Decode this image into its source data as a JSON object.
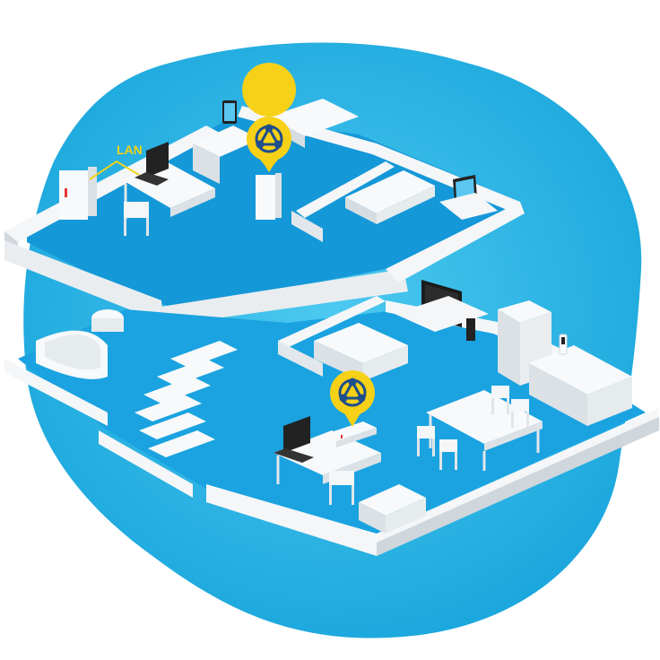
{
  "diagram": {
    "lan_label": "LAN",
    "background_blob_color": "#29b6e8",
    "floor_color": "#1aa3e0",
    "wall_color": "#f4f6f8",
    "wall_shadow_color": "#cfd6dc",
    "cable_color": "#f2d21b",
    "mesh_badge_color": "#f7d117",
    "mesh_badges": [
      {
        "icon": "mesh-network-icon",
        "location": "upper-floor"
      },
      {
        "icon": "mesh-network-icon",
        "location": "lower-floor"
      }
    ],
    "devices": [
      "router",
      "laptop",
      "tablet",
      "tv",
      "phone",
      "powerline-adapter",
      "repeater"
    ],
    "furniture": [
      "desk",
      "chair",
      "bed",
      "sofa",
      "dining-table",
      "kitchen",
      "bathtub",
      "toilet",
      "staircase"
    ]
  }
}
